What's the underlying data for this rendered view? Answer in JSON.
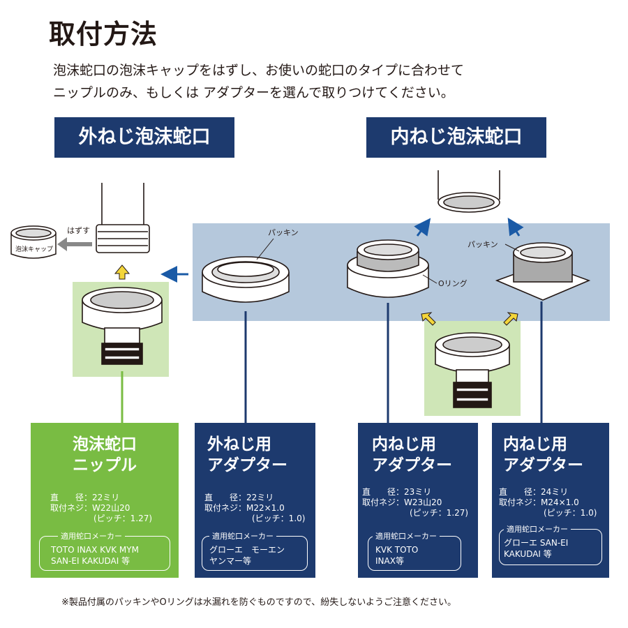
{
  "title": "取付方法",
  "intro": [
    "泡沫蛇口の泡沫キャップをはずし、お使いの蛇口のタイプに合わせて",
    "ニップルのみ、もしくは アダプターを選んで取りつけてください。"
  ],
  "headings": {
    "outer": "外ねじ泡沫蛇口",
    "inner": "内ねじ泡沫蛇口"
  },
  "diagram_labels": {
    "remove": "はずす",
    "cap": "泡沫キャップ",
    "packing_1": "パッキン",
    "packing_2": "パッキン",
    "oring": "Oリング"
  },
  "colors": {
    "navy": "#1d3a6e",
    "green": "#79bc43",
    "panel_blue": "#b5c8dc",
    "panel_green": "#cfe6b7",
    "arrow_yellow": "#f3d53a",
    "arrow_blue": "#1a5aa6"
  },
  "cards": {
    "nipple": {
      "title_1": "泡沫蛇口",
      "title_2": "ニップル",
      "spec_1": "直　　径：22ミリ",
      "spec_2": "取付ネジ：W22山20",
      "spec_3": "(ピッチ：1.27)",
      "makers_label": "適用蛇口メーカー",
      "makers_1": "TOTO  INAX  KVK  MYM",
      "makers_2": "SAN-EI  KAKUDAI  等"
    },
    "outer_adapter": {
      "title_1": "外ねじ用",
      "title_2": "アダプター",
      "spec_1": "直　　径：22ミリ",
      "spec_2": "取付ネジ：M22×1.0",
      "spec_3": "(ピッチ：1.0)",
      "makers_label": "適用蛇口メーカー",
      "makers_1": "グローエ　モーエン",
      "makers_2": "ヤンマー等"
    },
    "inner_adapter_23": {
      "title_1": "内ねじ用",
      "title_2": "アダプター",
      "spec_1": "直　　径：23ミリ",
      "spec_2": "取付ネジ：W23山20",
      "spec_3": "(ピッチ：1.27)",
      "makers_label": "適用蛇口メーカー",
      "makers_1": "KVK  TOTO",
      "makers_2": "INAX等"
    },
    "inner_adapter_24": {
      "title_1": "内ねじ用",
      "title_2": "アダプター",
      "spec_1": "直　　径：24ミリ",
      "spec_2": "取付ネジ：M24×1.0",
      "spec_3": "(ピッチ：1.0)",
      "makers_label": "適用蛇口メーカー",
      "makers_1": "グローエ  SAN-EI",
      "makers_2": "KAKUDAI  等"
    }
  },
  "note": "※製品付属のパッキンやOリングは水漏れを防ぐものですので、紛失しないようご注意ください。"
}
